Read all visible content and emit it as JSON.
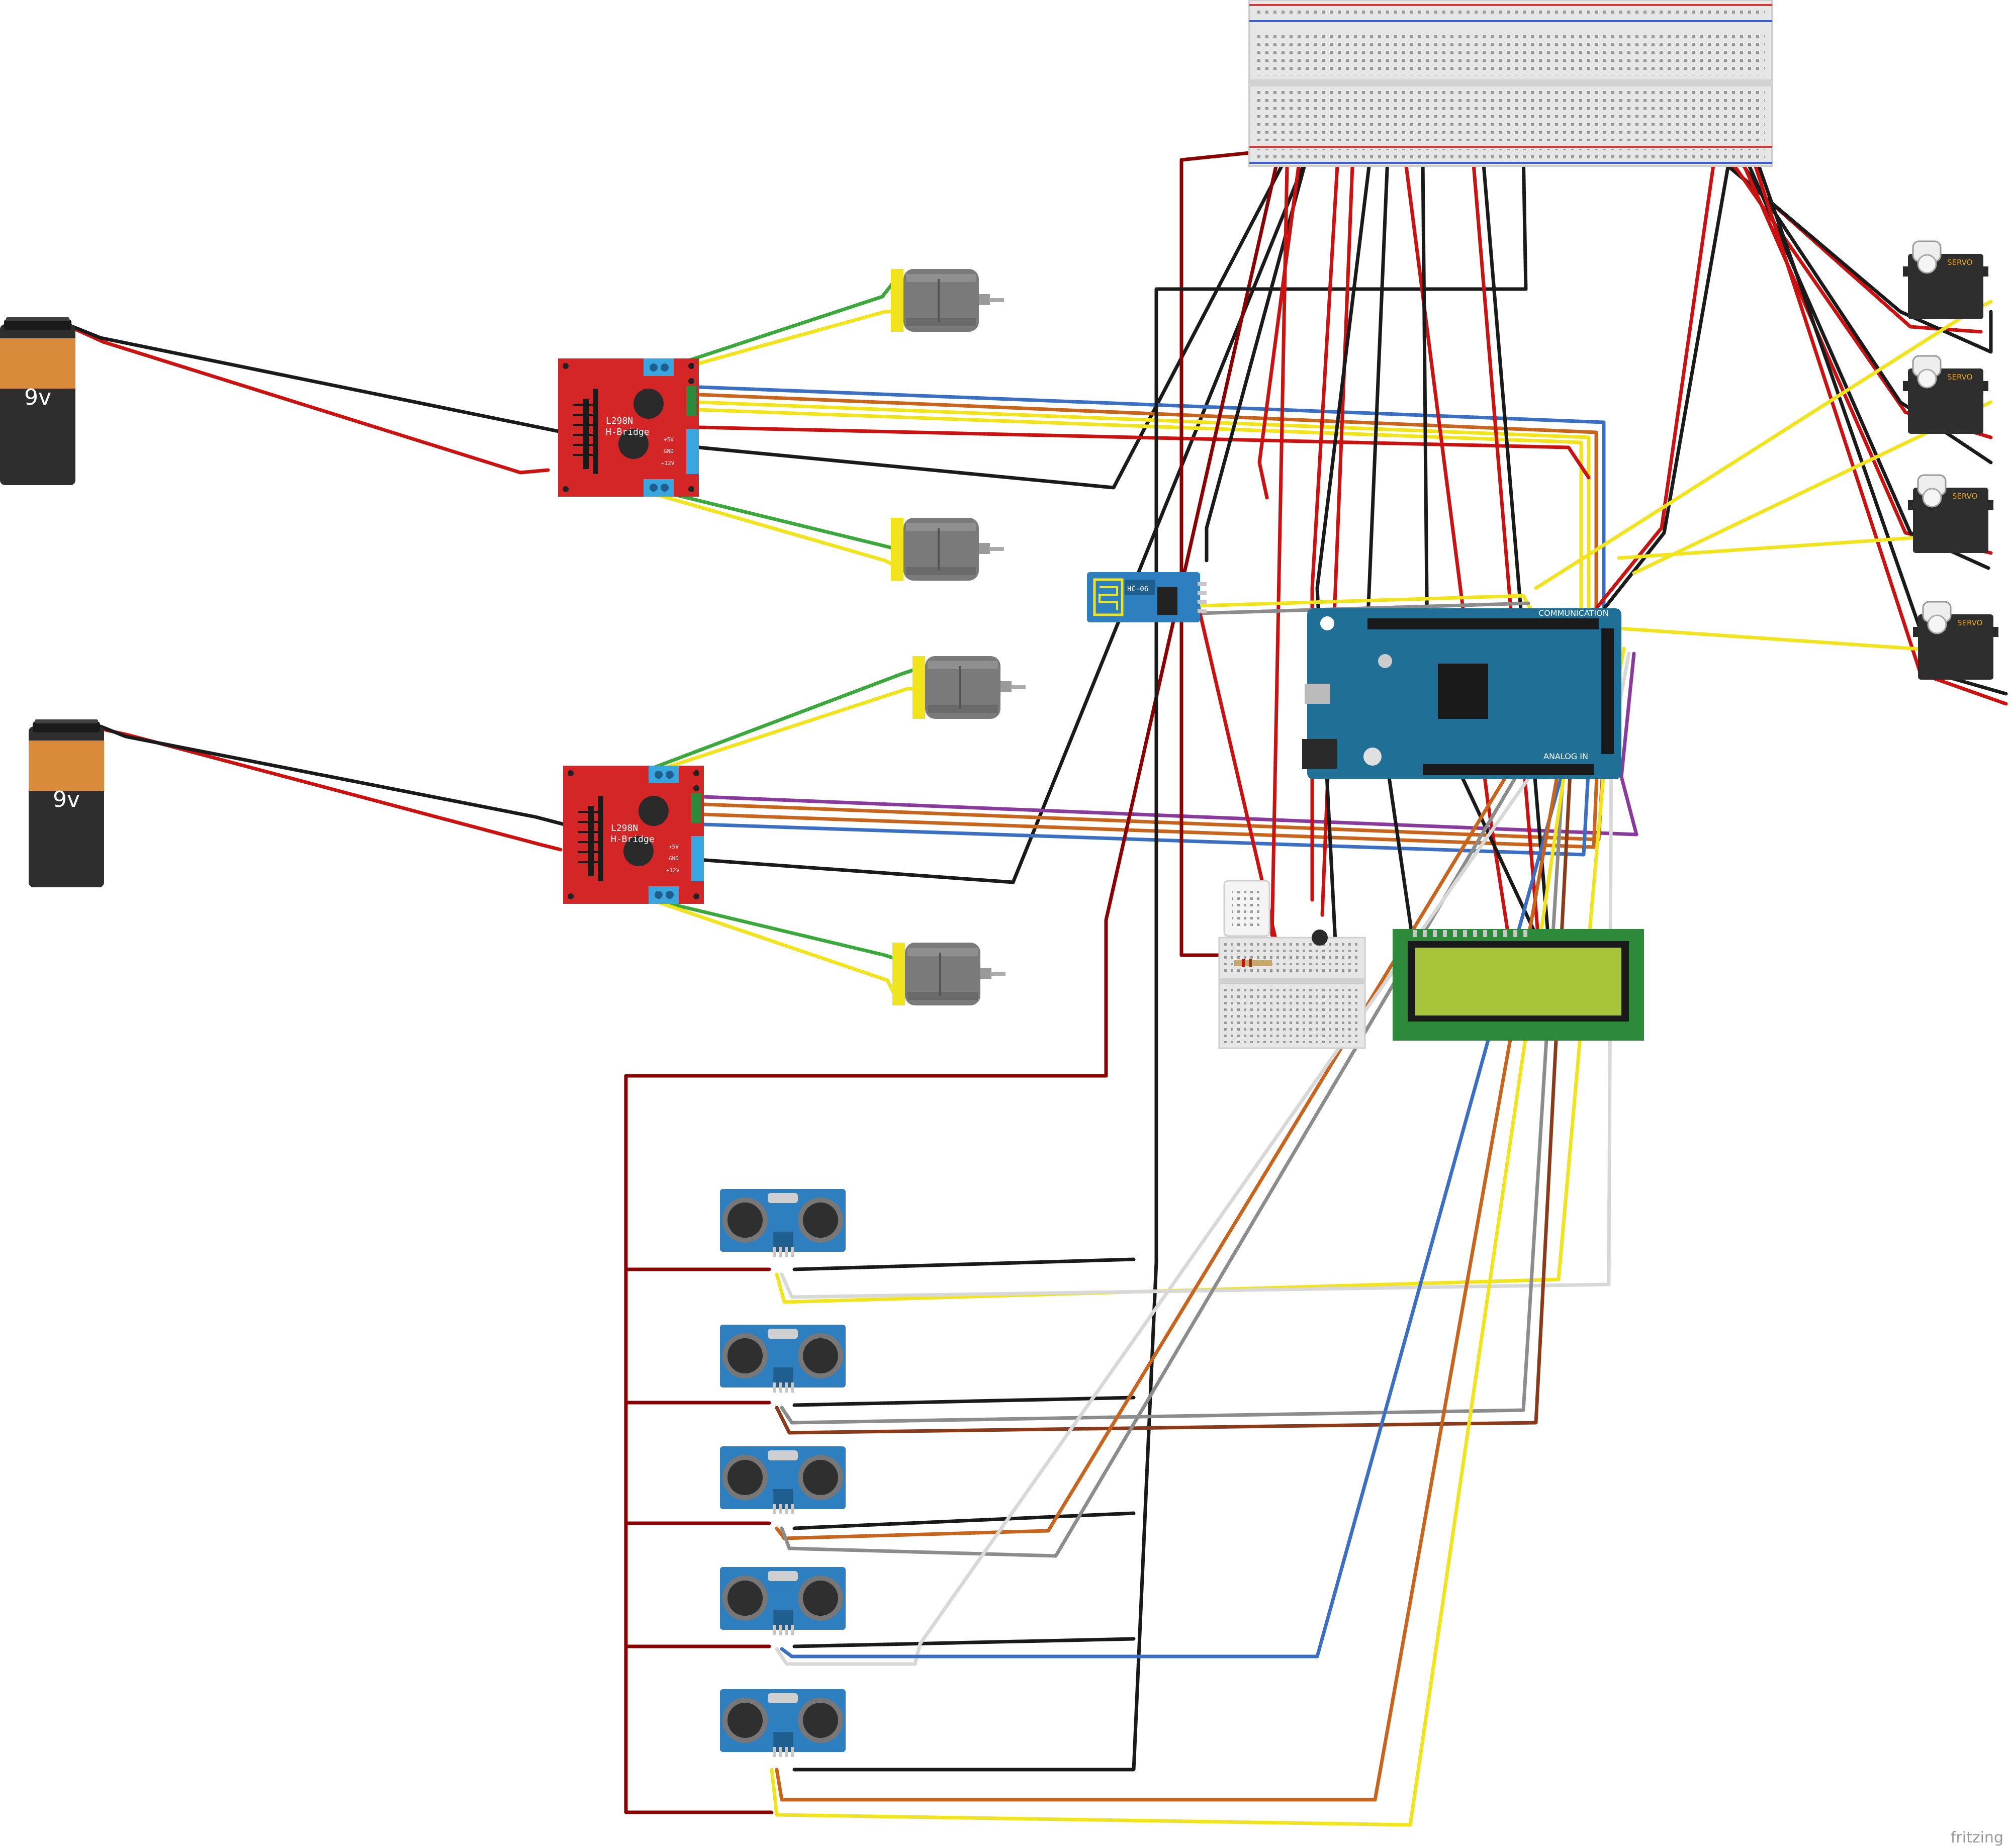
{
  "battery_label": "9v",
  "hbridge_chip": "L298N",
  "hbridge_name": "H-Bridge",
  "hbridge_pins": [
    "+5V",
    "GND",
    "+12V"
  ],
  "bluetooth_label": "HC-06",
  "servo_label": "SERVO",
  "arduino_labels": [
    "COMMUNICATION",
    "ANALOG IN"
  ],
  "watermark": "fritzing",
  "colors": {
    "red": "#cc1111",
    "black": "#1a1a1a",
    "yellow": "#f2e41c",
    "green": "#3aa83a",
    "blue": "#3a6fc4",
    "orange": "#c8641c",
    "brown": "#8b3a1a",
    "gray": "#8c8c8c",
    "white_wire": "#d8d8d8",
    "purple": "#8a3a9c",
    "hbridge": "#d42626",
    "arduino": "#1f6f96",
    "sensor": "#2e7fbf",
    "lcd_screen": "#a8c43a",
    "lcd_board": "#2c8a3a"
  }
}
